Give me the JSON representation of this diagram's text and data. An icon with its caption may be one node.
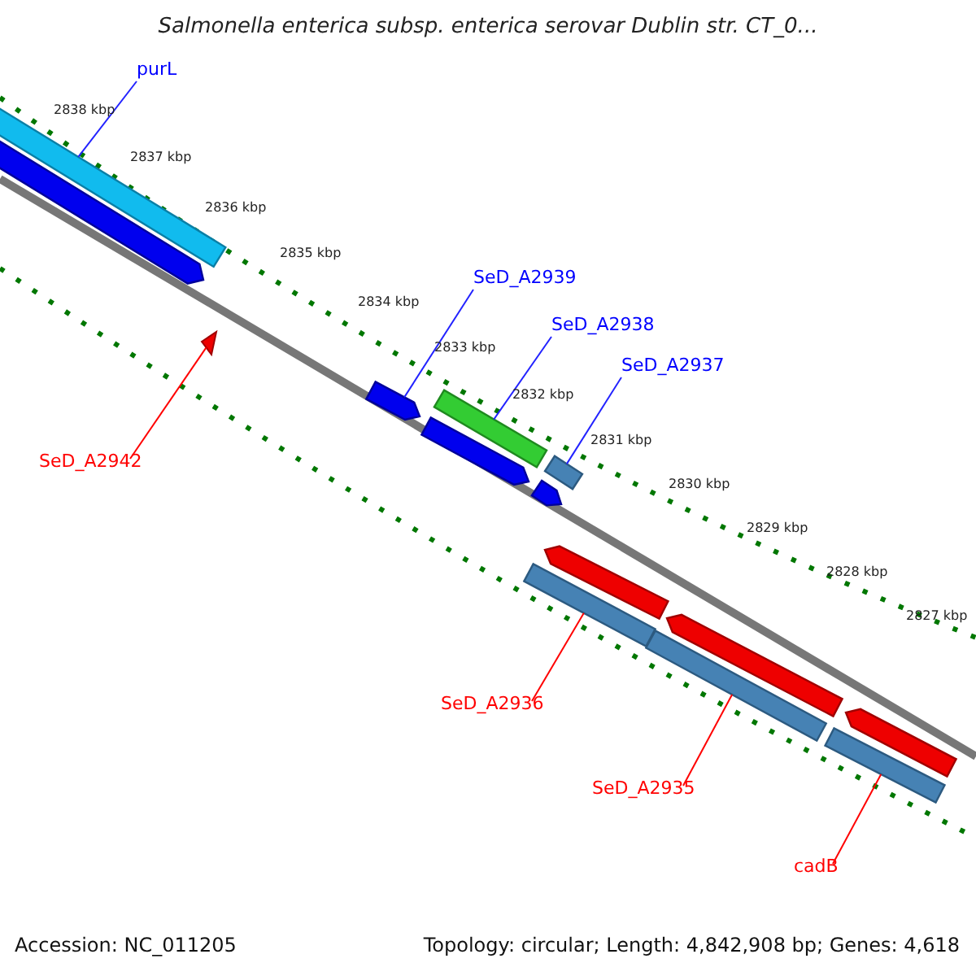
{
  "diagram": {
    "title": "Salmonella enterica subsp. enterica serovar Dublin str. CT_0...",
    "nodes": [
      {
        "text": [
          "purL"
        ]
      },
      {
        "text": [
          "SeD_A2939"
        ]
      },
      {
        "text": [
          "SeD_A2938"
        ]
      },
      {
        "text": [
          "SeD_A2937"
        ]
      },
      {
        "text": [
          "SeD_A2942"
        ]
      },
      {
        "text": [
          "SeD_A2936"
        ]
      },
      {
        "text": [
          "SeD_A2935"
        ]
      },
      {
        "text": [
          "cadB"
        ]
      },
      {
        "text": [],
        "shape": "bar"
      },
      {
        "text": [],
        "shape": "bar"
      },
      {
        "text": [],
        "shape": "bar"
      },
      {
        "text": [],
        "shape": "bar"
      },
      {
        "text": [],
        "shape": "triangle"
      },
      {
        "text": [],
        "shape": "bar"
      },
      {
        "text": [],
        "shape": "bar"
      },
      {
        "text": [],
        "shape": "bar"
      },
      {
        "text": [],
        "shape": "bar"
      },
      {
        "text": [],
        "shape": "bar"
      },
      {
        "text": [],
        "shape": "bar"
      },
      {
        "text": [],
        "shape": "bar"
      },
      {
        "text": [],
        "shape": "bar"
      },
      {
        "text": [],
        "shape": "bar"
      }
    ],
    "edges": [
      {
        "from": 0,
        "to": 8,
        "arrow": "none"
      },
      {
        "from": 1,
        "to": 9,
        "arrow": "none"
      },
      {
        "from": 2,
        "to": 10,
        "arrow": "none"
      },
      {
        "from": 3,
        "to": 11,
        "arrow": "none"
      },
      {
        "from": 4,
        "to": 12,
        "arrow": "none",
        "color": "#ff0000"
      },
      {
        "from": 5,
        "to": 13,
        "arrow": "none",
        "color": "#ff0000"
      },
      {
        "from": 6,
        "to": 14,
        "arrow": "none",
        "color": "#ff0000"
      },
      {
        "from": 7,
        "to": 15,
        "arrow": "none",
        "color": "#ff0000"
      }
    ],
    "labels": [
      "2838 kbp",
      "2837 kbp",
      "2836 kbp",
      "2835 kbp",
      "2834 kbp",
      "2833 kbp",
      "2832 kbp",
      "2831 kbp",
      "2830 kbp",
      "2829 kbp",
      "2828 kbp",
      "2827 kbp",
      "Accession: NC_011205",
      "Topology: circular; Length: 4,842,908 bp; Genes: 4,618"
    ]
  }
}
